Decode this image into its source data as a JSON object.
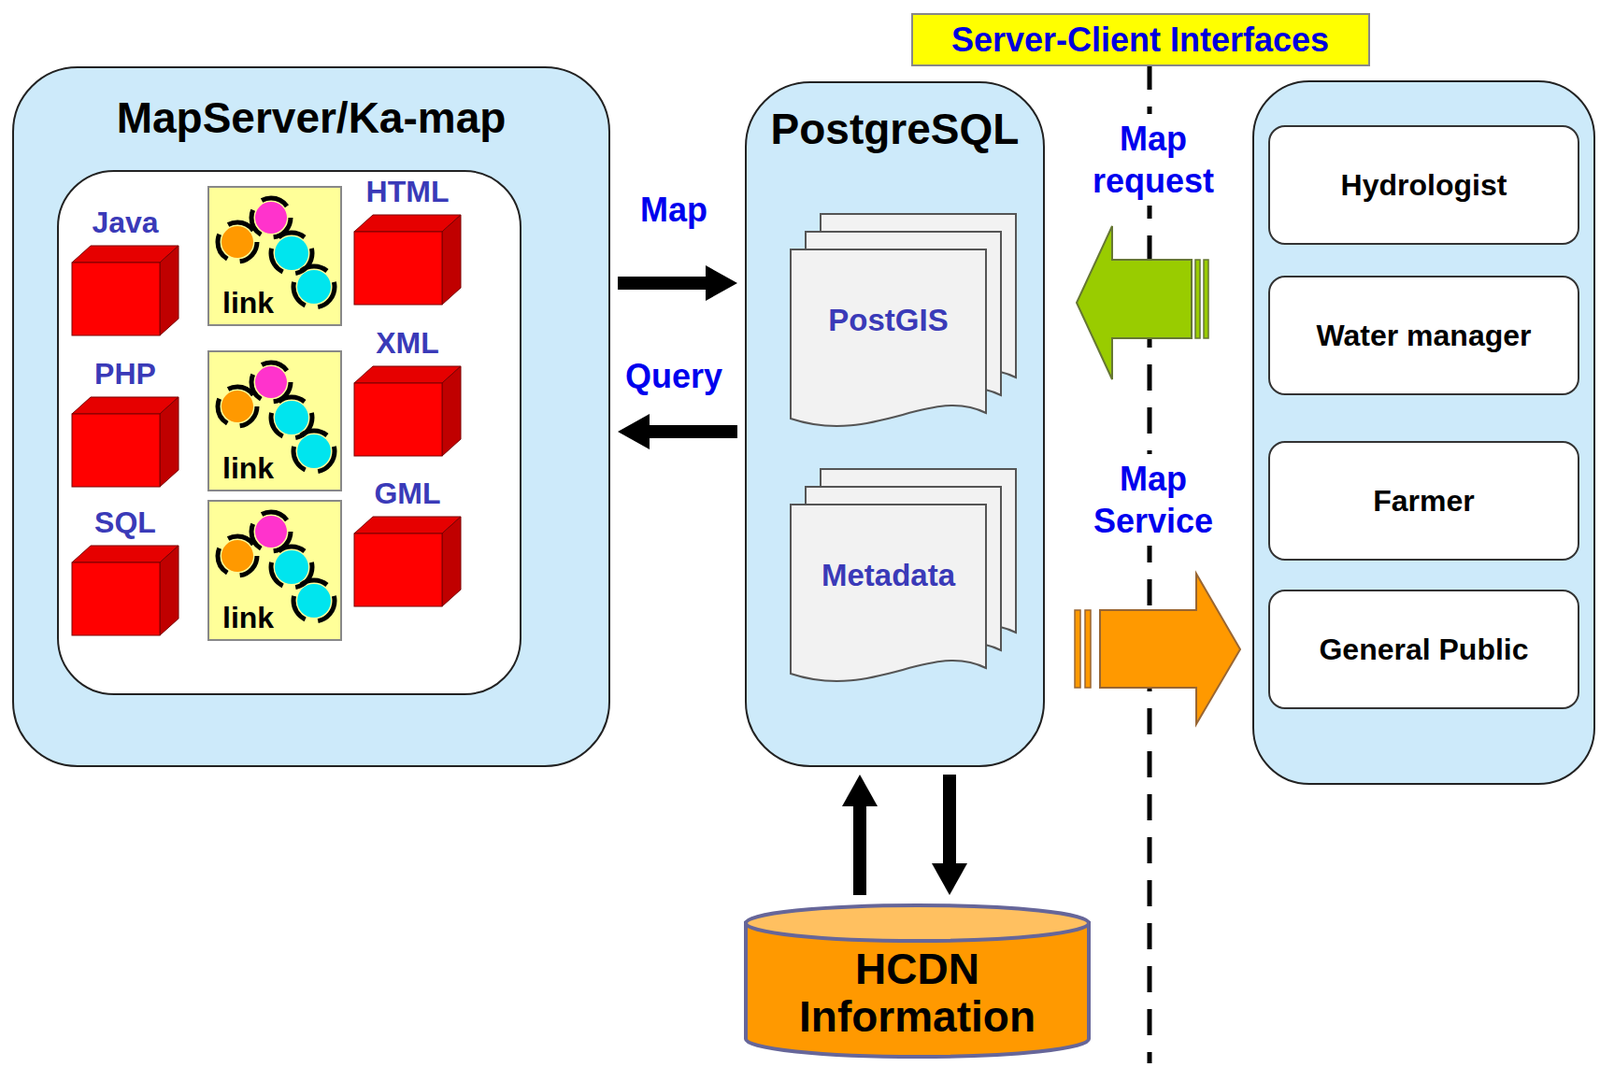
{
  "diagram": {
    "nodes": [
      {
        "text": [
          "MapServer/Ka-map"
        ]
      },
      {
        "text": [
          "Java"
        ],
        "in": 0
      },
      {
        "text": [
          "link"
        ],
        "in": 0
      },
      {
        "text": [
          "HTML"
        ],
        "in": 0
      },
      {
        "text": [
          "PHP"
        ],
        "in": 0
      },
      {
        "text": [
          "link"
        ],
        "in": 0
      },
      {
        "text": [
          "XML"
        ],
        "in": 0
      },
      {
        "text": [
          "SQL"
        ],
        "in": 0
      },
      {
        "text": [
          "link"
        ],
        "in": 0
      },
      {
        "text": [
          "GML"
        ],
        "in": 0
      },
      {
        "text": [
          "PostgreSQL"
        ]
      },
      {
        "text": [
          "PostGIS"
        ],
        "in": 10
      },
      {
        "text": [
          "Metadata"
        ],
        "in": 10
      },
      {
        "text": [
          "Hydrologist"
        ]
      },
      {
        "text": [
          "Water manager"
        ]
      },
      {
        "text": [
          "Farmer"
        ]
      },
      {
        "text": [
          "General Public"
        ]
      },
      {
        "text": [
          "HCDN Information"
        ]
      }
    ],
    "edges": [
      {
        "from": 0,
        "to": 10,
        "arrow": "to",
        "label": "Map"
      },
      {
        "from": 10,
        "to": 0,
        "arrow": "to",
        "label": "Query"
      },
      {
        "from": 17,
        "to": 10,
        "arrow": "to"
      },
      {
        "from": 10,
        "to": 17,
        "arrow": "to"
      }
    ],
    "labels": [
      "Server-Client Interfaces",
      "Map request",
      "Map Service"
    ]
  }
}
